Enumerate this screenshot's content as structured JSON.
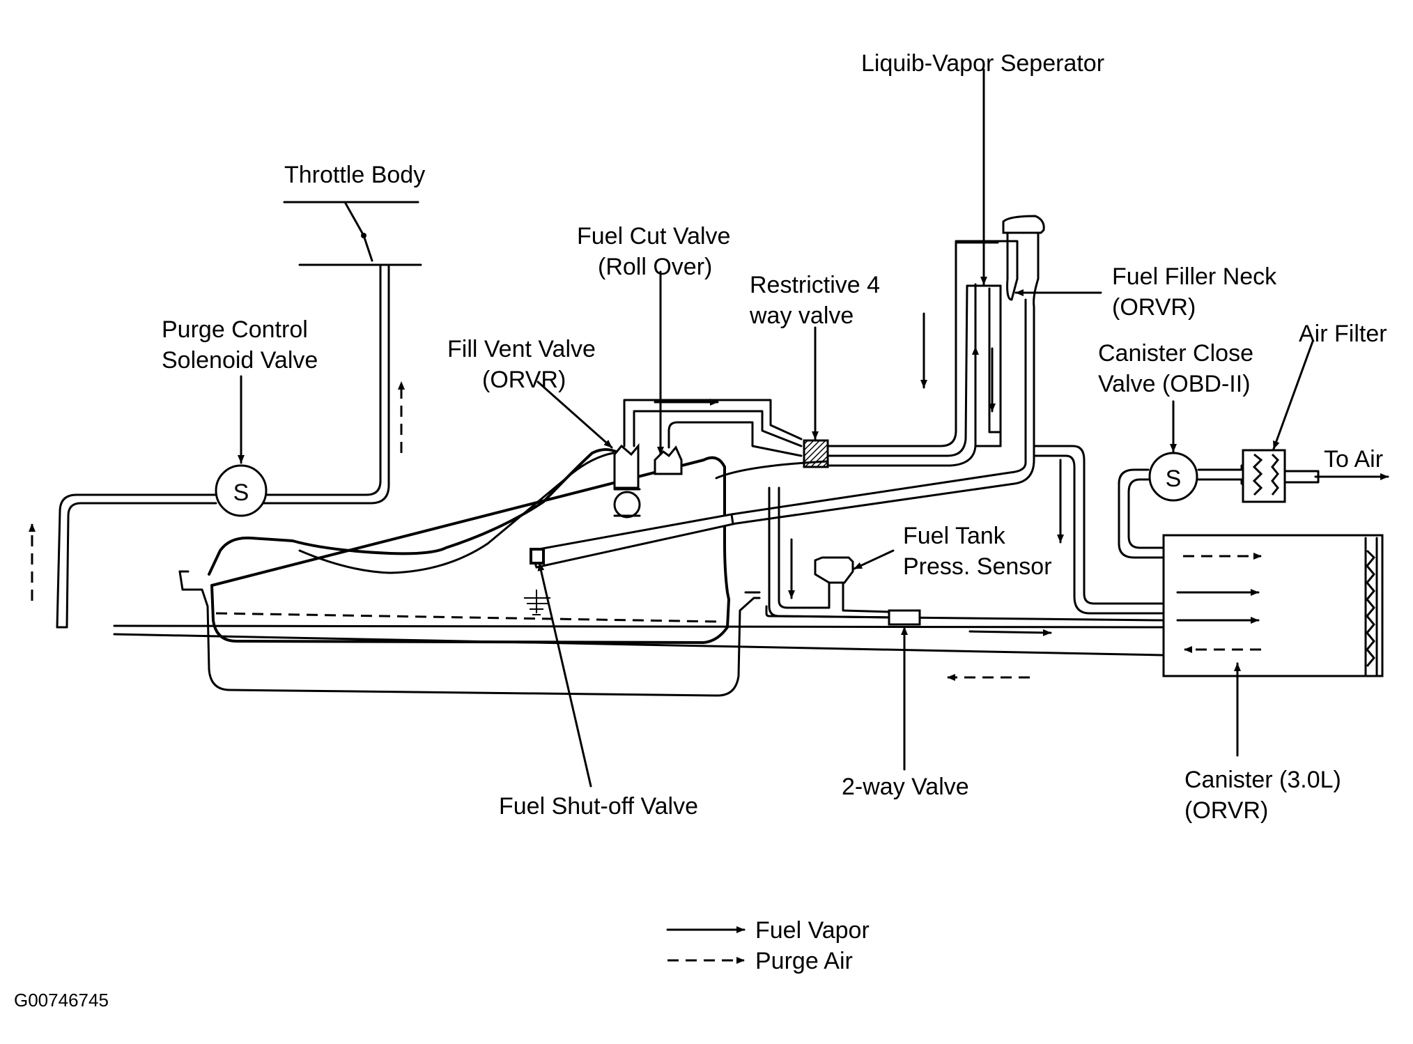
{
  "labels": {
    "liquid_vapor_separator": "Liquib-Vapor Seperator",
    "throttle_body": "Throttle Body",
    "fuel_cut_valve_1": "Fuel Cut Valve",
    "fuel_cut_valve_2": "(Roll Over)",
    "restrictive_valve_1": "Restrictive 4",
    "restrictive_valve_2": "way valve",
    "fuel_filler_neck_1": "Fuel Filler Neck",
    "fuel_filler_neck_2": "(ORVR)",
    "purge_control_1": "Purge Control",
    "purge_control_2": "Solenoid Valve",
    "fill_vent_valve_1": "Fill Vent Valve",
    "fill_vent_valve_2": "(ORVR)",
    "canister_close_1": "Canister Close",
    "canister_close_2": "Valve (OBD-II)",
    "air_filter": "Air Filter",
    "to_air": "To Air",
    "fuel_tank_press_1": "Fuel Tank",
    "fuel_tank_press_2": "Press. Sensor",
    "fuel_shutoff_valve": "Fuel Shut-off Valve",
    "two_way_valve": "2-way Valve",
    "canister_1": "Canister (3.0L)",
    "canister_2": "(ORVR)",
    "solenoid_symbol": "S"
  },
  "legend": {
    "fuel_vapor": "Fuel Vapor",
    "purge_air": "Purge Air"
  },
  "figure_code": "G00746745"
}
